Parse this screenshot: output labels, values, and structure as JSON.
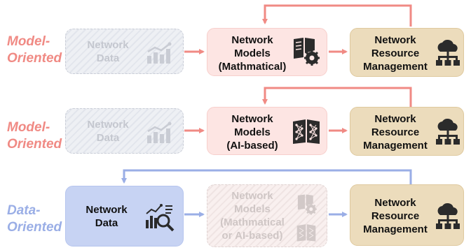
{
  "rows": [
    {
      "label_line1": "Model-",
      "label_line2": "Oriented",
      "label_color": "#f08a84",
      "data_box": {
        "line1": "Network",
        "line2": "Data",
        "style": "faded"
      },
      "model_box": {
        "line1": "Network",
        "line2": "Models",
        "line3": "(Mathmatical)",
        "style": "pink"
      },
      "resource_box": {
        "line1": "Network",
        "line2": "Resource",
        "line3": "Management",
        "style": "tan"
      },
      "arrow_color": "#f08a84"
    },
    {
      "label_line1": "Model-",
      "label_line2": "Oriented",
      "label_color": "#f08a84",
      "data_box": {
        "line1": "Network",
        "line2": "Data",
        "style": "faded"
      },
      "model_box": {
        "line1": "Network",
        "line2": "Models",
        "line3": "(AI-based)",
        "style": "pink"
      },
      "resource_box": {
        "line1": "Network",
        "line2": "Resource",
        "line3": "Management",
        "style": "tan"
      },
      "arrow_color": "#f08a84"
    },
    {
      "label_line1": "Data-",
      "label_line2": "Oriented",
      "label_color": "#9aaee6",
      "data_box": {
        "line1": "Network",
        "line2": "Data",
        "style": "blue"
      },
      "model_box": {
        "line1": "Network",
        "line2": "Models",
        "line3": "(Mathmatical",
        "line4": "or AI-based)",
        "style": "faded-pink"
      },
      "resource_box": {
        "line1": "Network",
        "line2": "Resource",
        "line3": "Management",
        "style": "tan"
      },
      "arrow_color": "#9aaee6"
    }
  ],
  "icons": {
    "data_chart": "bar-chart-icon",
    "math_model": "book-gear-icon",
    "ai_model": "book-neural-net-icon",
    "data_analysis": "chart-magnifier-icon",
    "resource": "cloud-network-icon"
  }
}
